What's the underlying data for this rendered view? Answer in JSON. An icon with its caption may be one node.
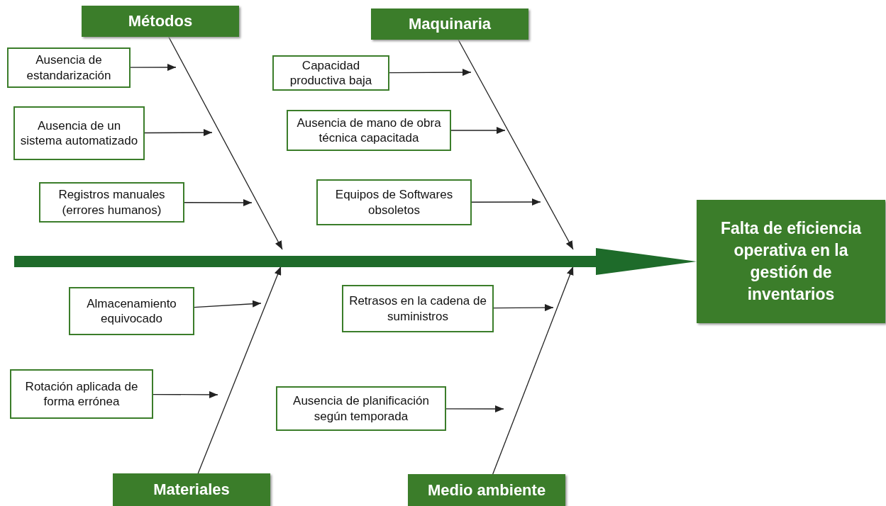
{
  "diagram": {
    "nodes": [
      {
        "text": [
          "Métodos"
        ]
      },
      {
        "text": [
          "Ausencia de estandarización"
        ]
      },
      {
        "text": [
          "Ausencia de un sistema automatizado"
        ]
      },
      {
        "text": [
          "Registros manuales (errores humanos)"
        ]
      },
      {
        "text": [
          "Maquinaria"
        ]
      },
      {
        "text": [
          "Capacidad productiva baja"
        ]
      },
      {
        "text": [
          "Ausencia de mano de obra técnica capacitada"
        ]
      },
      {
        "text": [
          "Equipos de Softwares obsoletos"
        ]
      },
      {
        "text": [
          "Falta de eficiencia operativa en la gestión de inventarios"
        ]
      },
      {
        "text": [
          "Almacenamiento equivocado"
        ]
      },
      {
        "text": [
          "Rotación aplicada de forma errónea"
        ]
      },
      {
        "text": [
          "Retrasos en la cadena de suministros"
        ]
      },
      {
        "text": [
          "Ausencia de planificación según temporada"
        ]
      },
      {
        "text": [
          "Materiales"
        ]
      },
      {
        "text": [
          "Medio ambiente"
        ]
      }
    ],
    "edges": [
      {
        "from": 1,
        "to": null,
        "arrow": "to"
      },
      {
        "from": 2,
        "to": null,
        "arrow": "to"
      },
      {
        "from": 3,
        "to": null,
        "arrow": "to"
      },
      {
        "from": 0,
        "to": null,
        "arrow": "to"
      },
      {
        "from": 5,
        "to": null,
        "arrow": "to"
      },
      {
        "from": 6,
        "to": null,
        "arrow": "to"
      },
      {
        "from": 7,
        "to": null,
        "arrow": "to"
      },
      {
        "from": 4,
        "to": null,
        "arrow": "to"
      },
      {
        "from": 9,
        "to": null,
        "arrow": "to"
      },
      {
        "from": 10,
        "to": null,
        "arrow": "to"
      },
      {
        "from": 13,
        "to": null,
        "arrow": "to"
      },
      {
        "from": 11,
        "to": null,
        "arrow": "to"
      },
      {
        "from": 12,
        "to": null,
        "arrow": "to"
      },
      {
        "from": 14,
        "to": null,
        "arrow": "to"
      },
      {
        "from": null,
        "to": 8,
        "arrow": "to",
        "style": "thick",
        "color": "#1e6b2a"
      }
    ]
  }
}
